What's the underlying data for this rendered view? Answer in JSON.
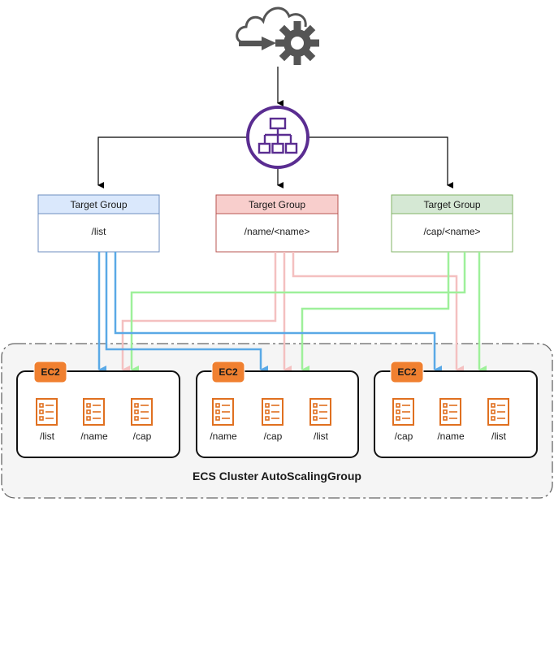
{
  "colors": {
    "blue": "#5aa9e6",
    "pink": "#f4c0c0",
    "green": "#9ef09a",
    "purple": "#5a2d91",
    "orange": "#f08030",
    "gray_icon": "#555555"
  },
  "top_icon": "cloud-gear-icon",
  "load_balancer_icon": "application-load-balancer-icon",
  "target_groups": [
    {
      "title": "Target Group",
      "path": "/list"
    },
    {
      "title": "Target Group",
      "path": "/name/<name>"
    },
    {
      "title": "Target Group",
      "path": "/cap/<name>"
    }
  ],
  "instances": [
    {
      "badge": "EC2",
      "services": [
        "/list",
        "/name",
        "/cap"
      ]
    },
    {
      "badge": "EC2",
      "services": [
        "/name",
        "/cap",
        "/list"
      ]
    },
    {
      "badge": "EC2",
      "services": [
        "/cap",
        "/name",
        "/list"
      ]
    }
  ],
  "cluster": {
    "label": "ECS Cluster AutoScalingGroup"
  }
}
